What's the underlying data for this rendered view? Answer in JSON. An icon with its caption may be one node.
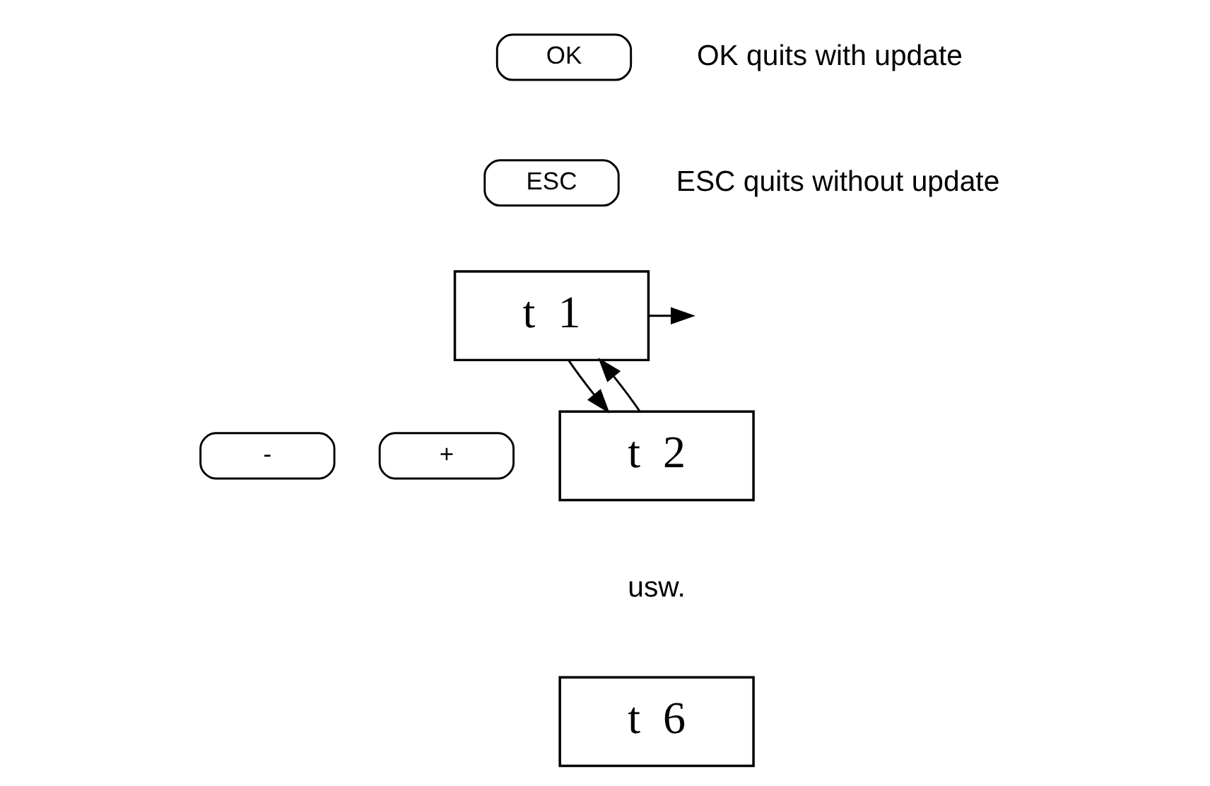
{
  "diagram": {
    "nodes": [
      {
        "text": [
          "OK"
        ]
      },
      {
        "text": [
          "ESC"
        ]
      },
      {
        "text": [
          "t  1"
        ]
      },
      {
        "text": [
          "-"
        ]
      },
      {
        "text": [
          "+"
        ]
      },
      {
        "text": [
          "t  2"
        ]
      },
      {
        "text": [
          "t  6"
        ]
      }
    ],
    "edges": [
      {
        "from": 2,
        "to": null,
        "arrow": "to"
      },
      {
        "from": 5,
        "to": 2,
        "arrow": "to"
      },
      {
        "from": 2,
        "to": 5,
        "arrow": "to"
      }
    ],
    "labels": [
      "OK quits with update",
      "ESC quits without update",
      "usw."
    ]
  }
}
